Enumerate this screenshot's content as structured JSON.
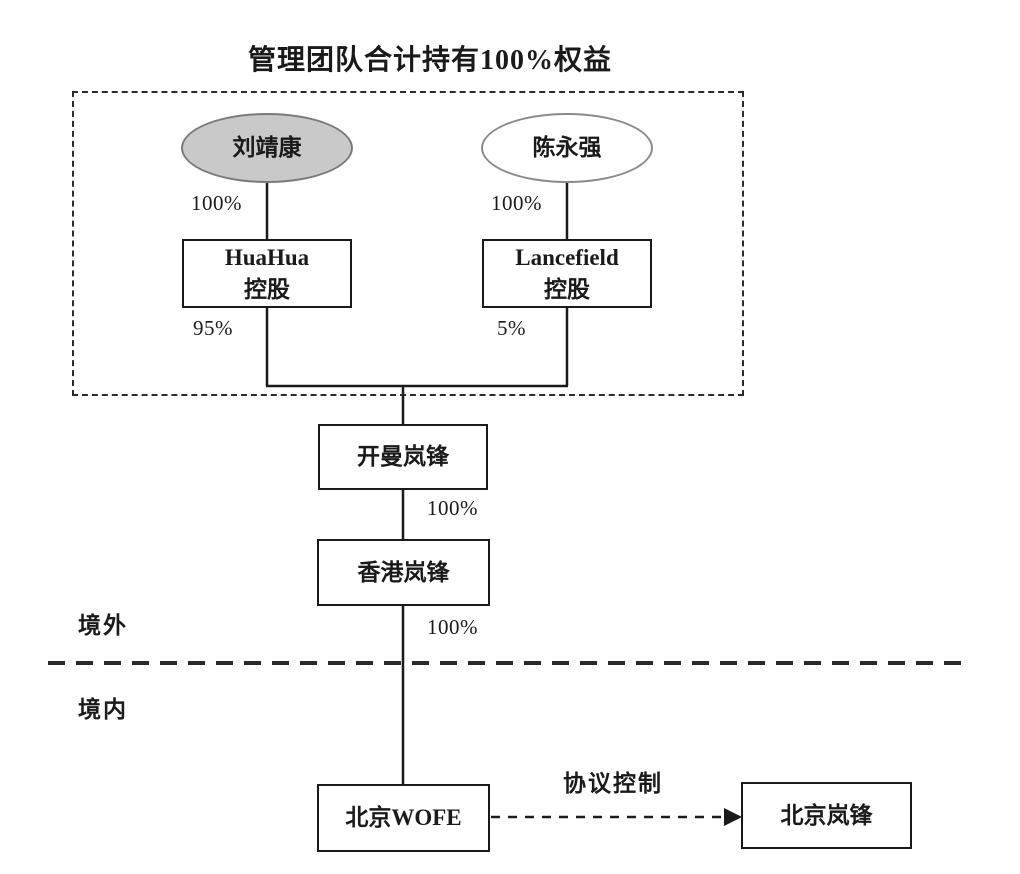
{
  "title": "管理团队合计持有100%权益",
  "nodes": {
    "liu": "刘靖康",
    "chen": "陈永强",
    "huahua_line1": "HuaHua",
    "huahua_line2": "控股",
    "lancefield_line1": "Lancefield",
    "lancefield_line2": "控股",
    "cayman": "开曼岚锋",
    "hk": "香港岚锋",
    "wofe": "北京WOFE",
    "beijing": "北京岚锋"
  },
  "ownership": {
    "liu_to_huahua": "100%",
    "chen_to_lancefield": "100%",
    "huahua_to_cayman": "95%",
    "lancefield_to_cayman": "5%",
    "cayman_to_hk": "100%",
    "hk_to_wofe": "100%"
  },
  "control_edge_label": "协议控制",
  "regions": {
    "offshore": "境外",
    "onshore": "境内"
  },
  "colors": {
    "person_highlight_fill": "#c9c9c9",
    "line": "#1a1a1a",
    "background": "#ffffff"
  }
}
